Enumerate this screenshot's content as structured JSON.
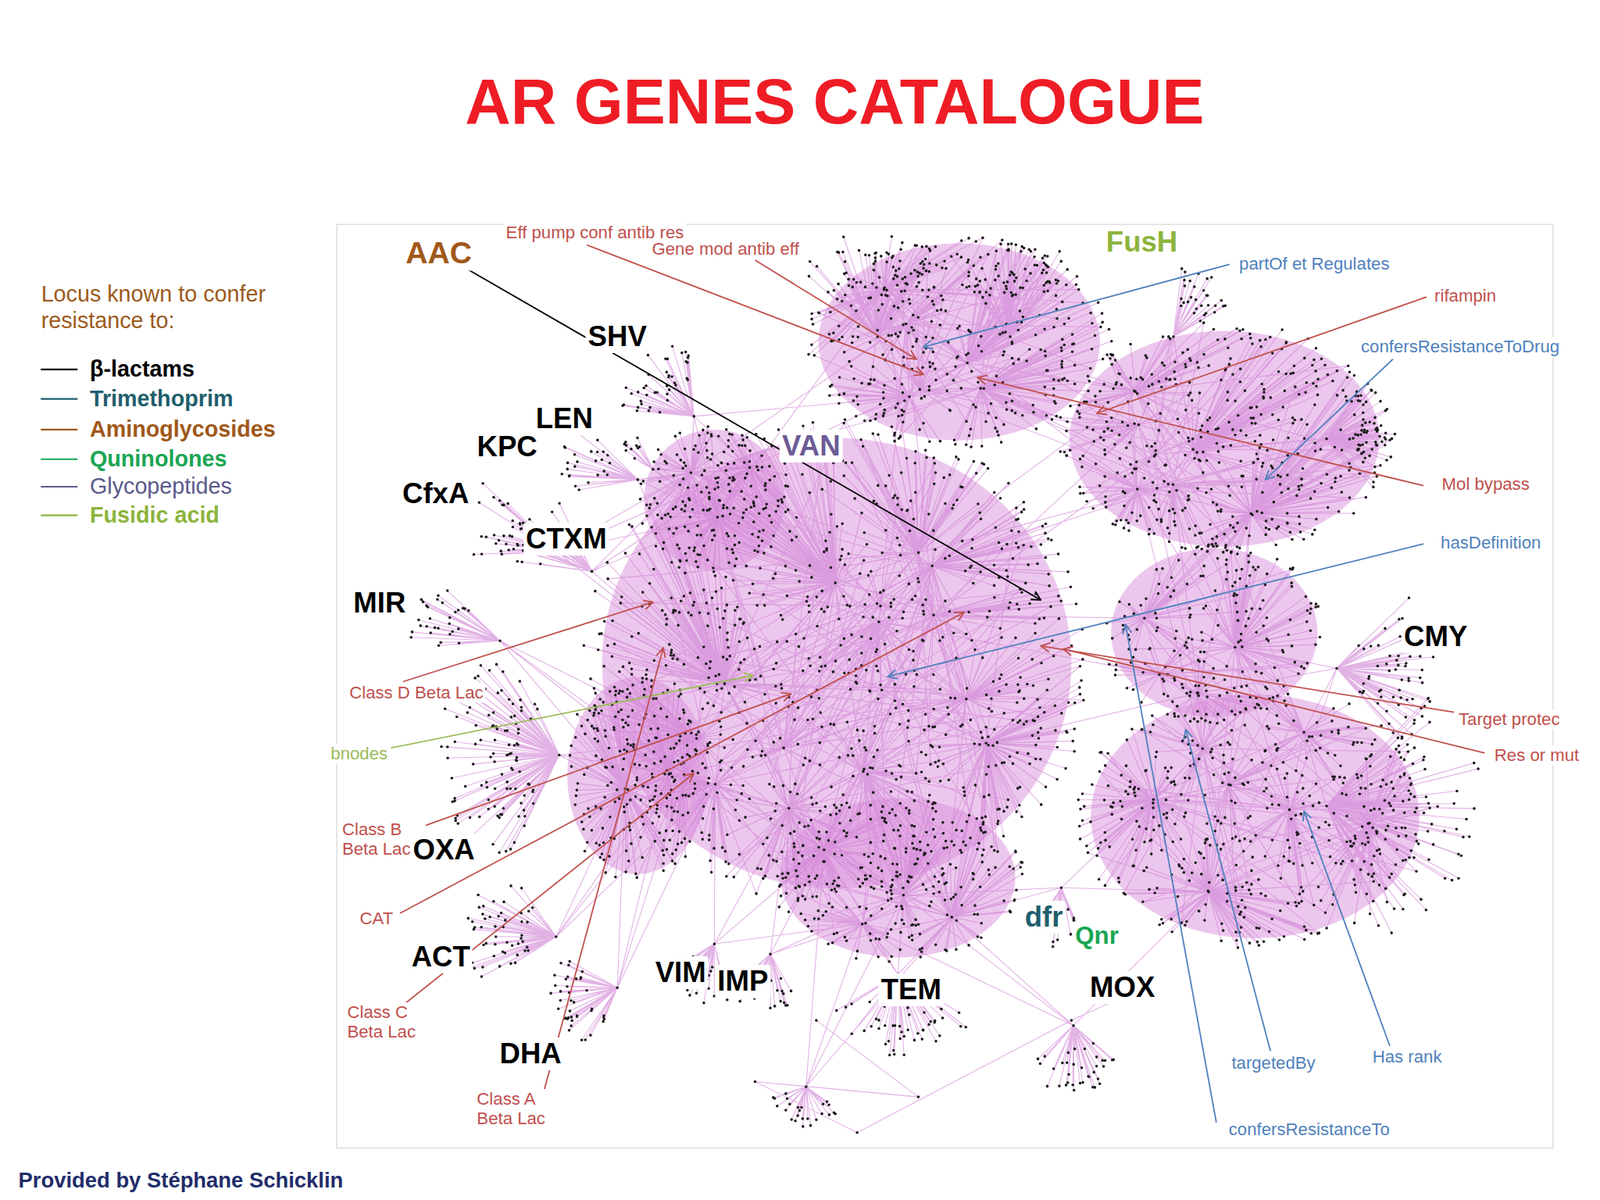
{
  "diagram": {
    "title": "AR GENES CATALOGUE",
    "caption": "Provided by Stéphane Schicklin",
    "labels": [
      "Locus known to confer resistance to:",
      "AAC",
      "Eff pump conf antib res",
      "Gene mod antib eff",
      "FusH",
      "partOf et Regulates",
      "rifampin",
      "SHV",
      "confersResistanceToDrug",
      "LEN",
      "KPC",
      "VAN",
      "Mol bypass",
      "CfxA",
      "CTXM",
      "hasDefinition",
      "MIR",
      "CMY",
      "Class D Beta Lac",
      "Target protec",
      "Res or mut",
      "bnodes",
      "Class B Beta Lac",
      "OXA",
      "CAT",
      "dfr",
      "Qnr",
      "ACT",
      "VIM",
      "IMP",
      "TEM",
      "MOX",
      "Class C Beta Lac",
      "DHA",
      "Has rank",
      "targetedBy",
      "Class A Beta Lac",
      "confersResistanceTo"
    ],
    "legend": [
      {
        "text": "β-lactams"
      },
      {
        "text": "Trimethoprim"
      },
      {
        "text": "Aminoglycosides"
      },
      {
        "text": "Quninolones"
      },
      {
        "text": "Glycopeptides"
      },
      {
        "text": "Fusidic acid"
      }
    ]
  }
}
